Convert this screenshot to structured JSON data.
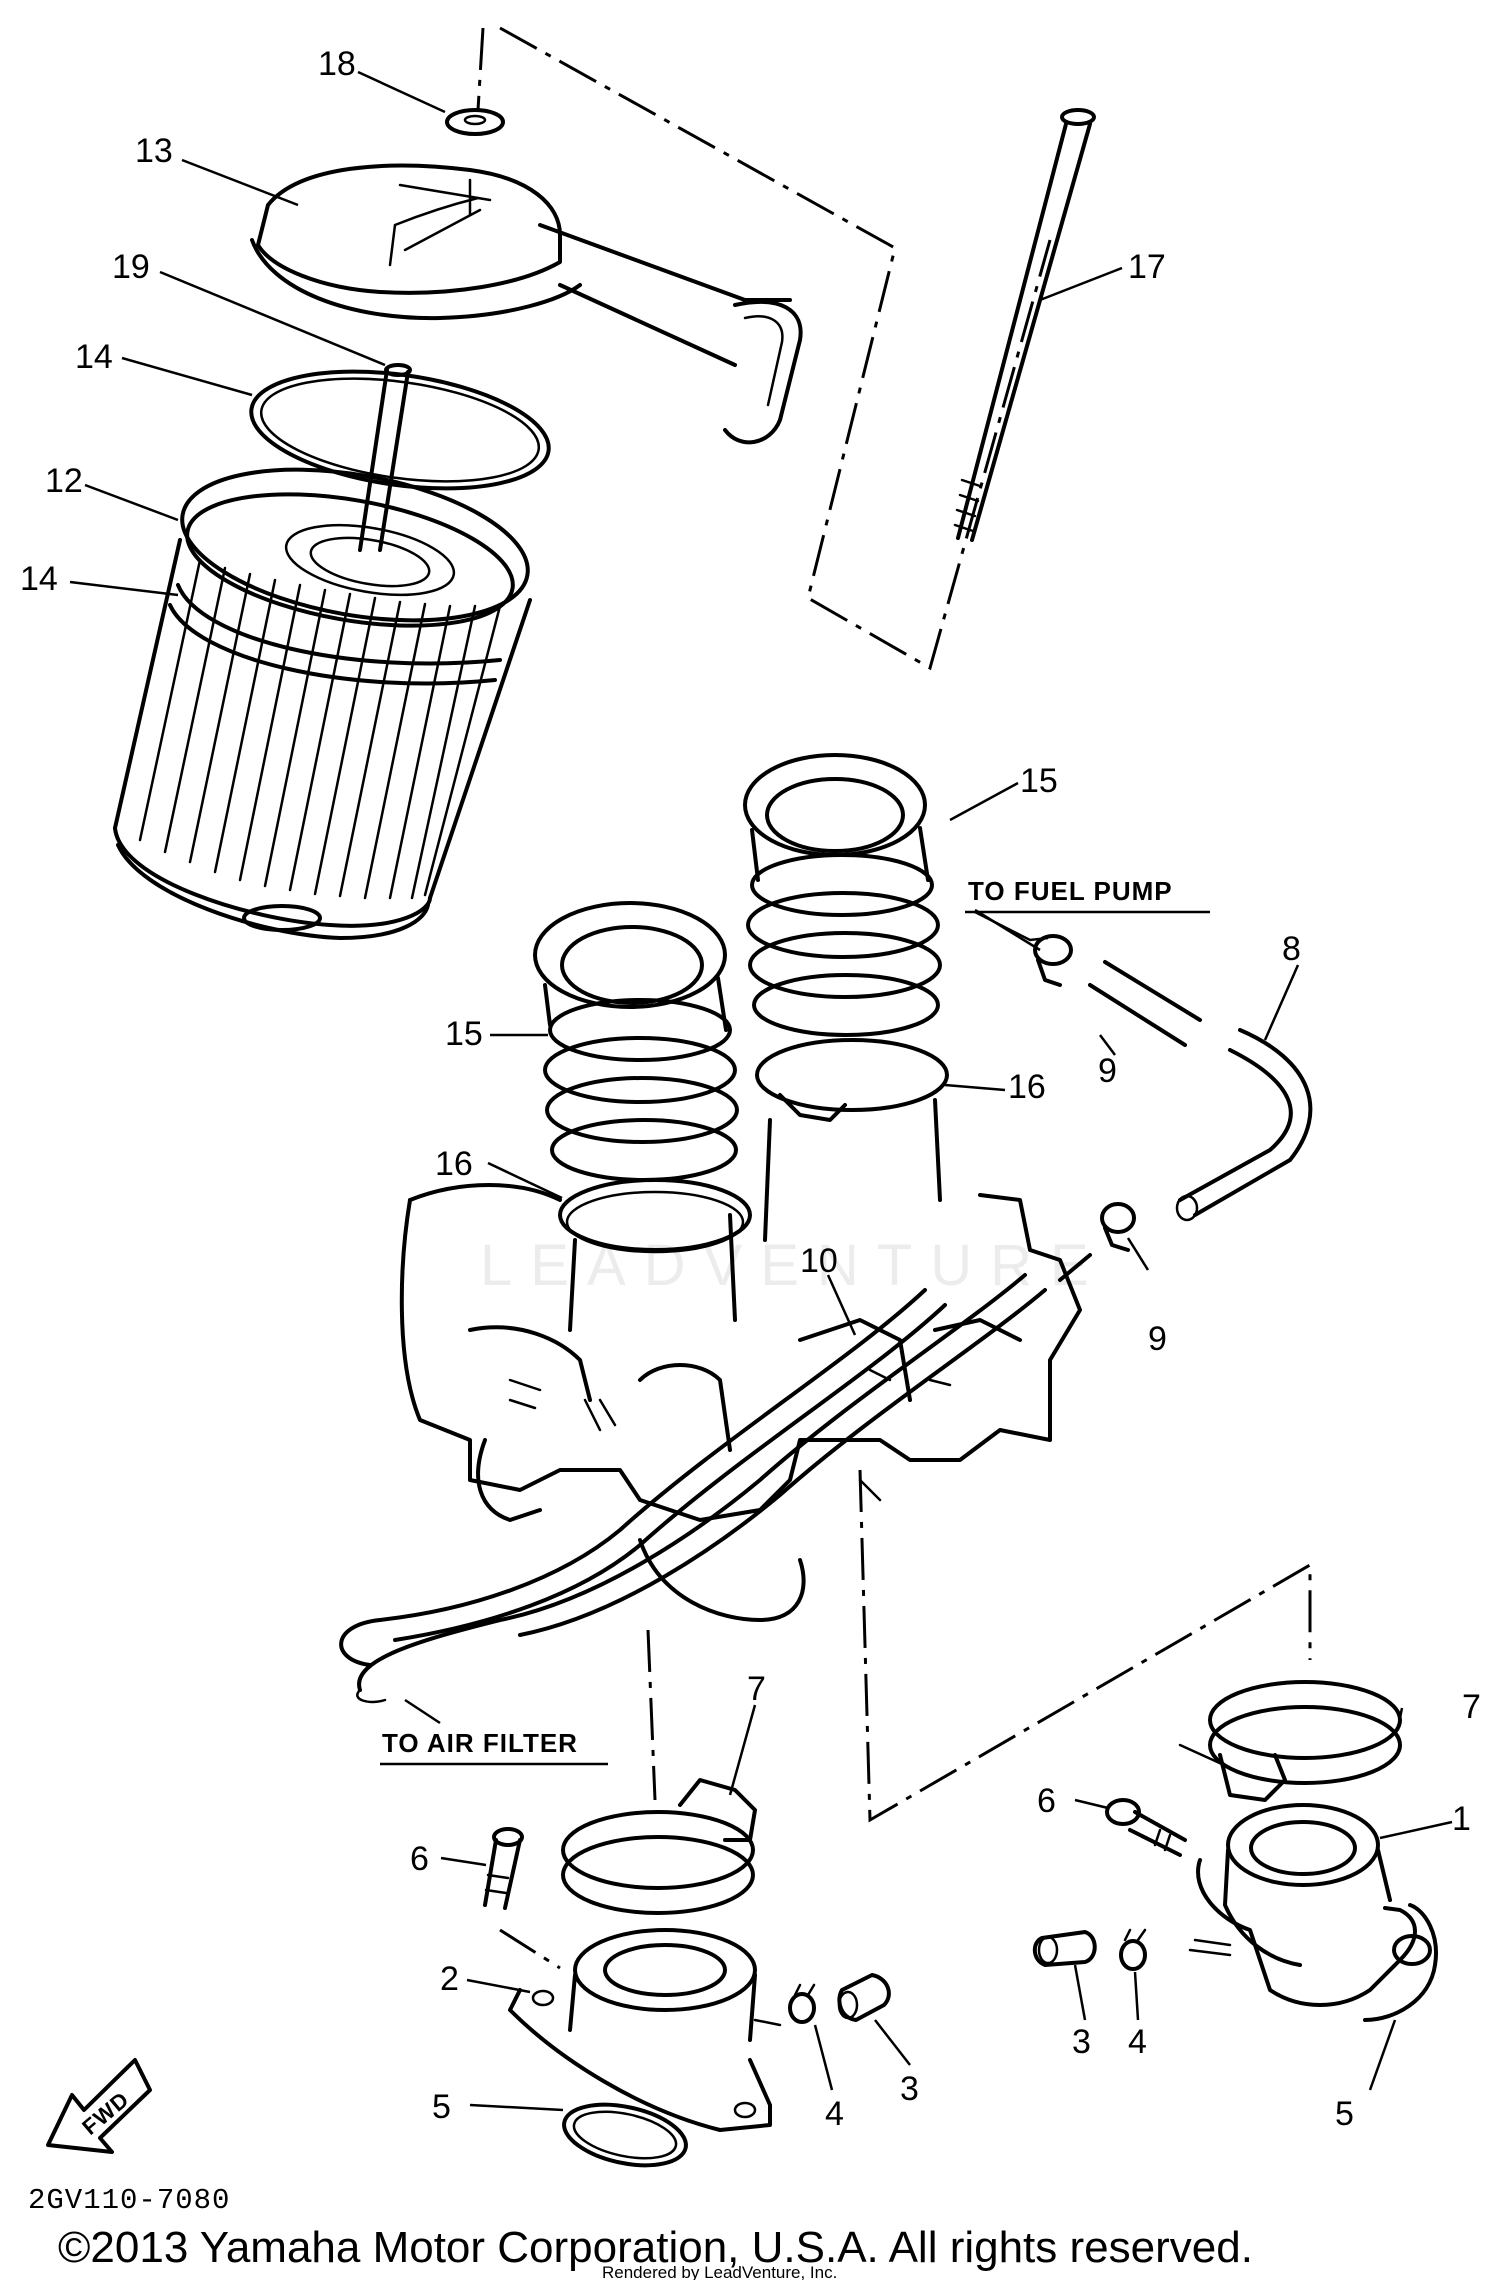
{
  "callouts": {
    "n1": "1",
    "n2": "2",
    "n3a": "3",
    "n3b": "3",
    "n4a": "4",
    "n4b": "4",
    "n5a": "5",
    "n5b": "5",
    "n6a": "6",
    "n6b": "6",
    "n7a": "7",
    "n7b": "7",
    "n8": "8",
    "n9a": "9",
    "n9b": "9",
    "n10": "10",
    "n12": "12",
    "n13": "13",
    "n14a": "14",
    "n14b": "14",
    "n15a": "15",
    "n15b": "15",
    "n16a": "16",
    "n16b": "16",
    "n17": "17",
    "n18": "18",
    "n19": "19"
  },
  "notes": {
    "to_fuel_pump": "TO FUEL PUMP",
    "to_air_filter": "TO AIR FILTER"
  },
  "fwd_label": "FWD",
  "diagram_code": "2GV110-7080",
  "watermark": "LEADVENTURE",
  "copyright": "©2013 Yamaha Motor Corporation, U.S.A. All rights reserved.",
  "rendered_by": "Rendered by LeadVenture, Inc."
}
